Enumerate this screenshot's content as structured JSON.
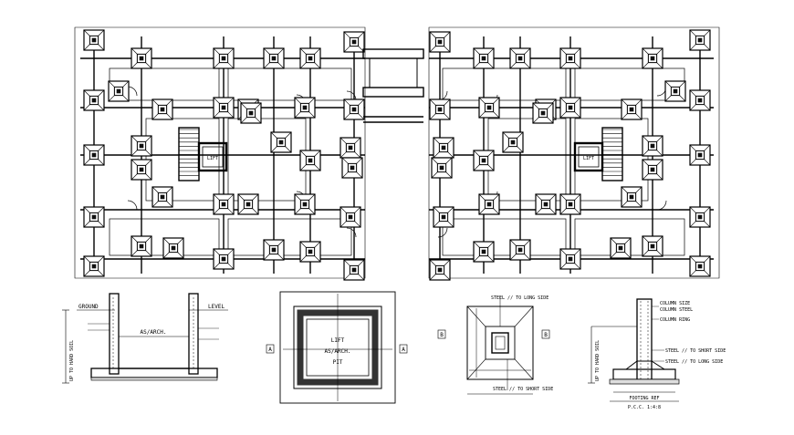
{
  "plan": {
    "lift_tag_left": "LIFT",
    "lift_tag_right": "LIFT"
  },
  "lift_section": {
    "ground_label": "GROUND",
    "level_label": "LEVEL",
    "depth_label": "UP TO HARD SOIL",
    "centre_label": "AS/ARCH."
  },
  "lift_pit": {
    "title_line1": "LIFT",
    "title_line2": "AS/ARCH.",
    "title_line3": "PIT",
    "marker_left": "A",
    "marker_right": "A"
  },
  "footing_plan": {
    "note_long": "STEEL // TO LONG SIDE",
    "note_short": "STEEL // TO SHORT SIDE",
    "marker_left": "B",
    "marker_right": "B"
  },
  "footing_section": {
    "note_column_size": "COLUMN SIZE",
    "note_column_steel": "COLUMN STEEL",
    "note_column_ring": "COLUMN RING",
    "note_steel_short": "STEEL // TO SHORT SIDE",
    "note_steel_long": "STEEL // TO LONG SIDE",
    "depth_label": "UP TO HARD SOIL",
    "footing_ref": "FOOTING REF",
    "pcc_label": "P.C.C. 1:4:8"
  }
}
